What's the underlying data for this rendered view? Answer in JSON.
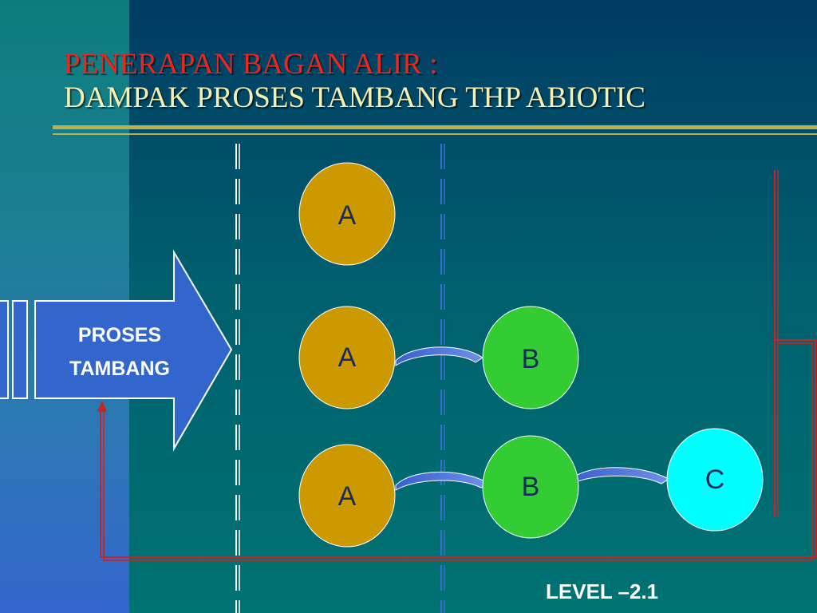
{
  "slide": {
    "title_line1": "PENERAPAN BAGAN ALIR :",
    "title_line2": "DAMPAK PROSES TAMBANG THP ABIOTIC",
    "process_line1": "PROSES",
    "process_line2": "TAMBANG",
    "level": "LEVEL –2.1"
  },
  "nodes": {
    "row1_a": "A",
    "row2_a": "A",
    "row2_b": "B",
    "row3_a": "A",
    "row3_b": "B",
    "row3_c": "C"
  },
  "colors": {
    "node_a": "#cc9900",
    "node_b": "#33cc33",
    "node_c": "#00ffff",
    "process_arrow": "#3366cc",
    "feedback_line": "#cc2222",
    "title_red": "#e8281f",
    "title_cream": "#f5f0b0",
    "rule": "#b7b24a"
  }
}
